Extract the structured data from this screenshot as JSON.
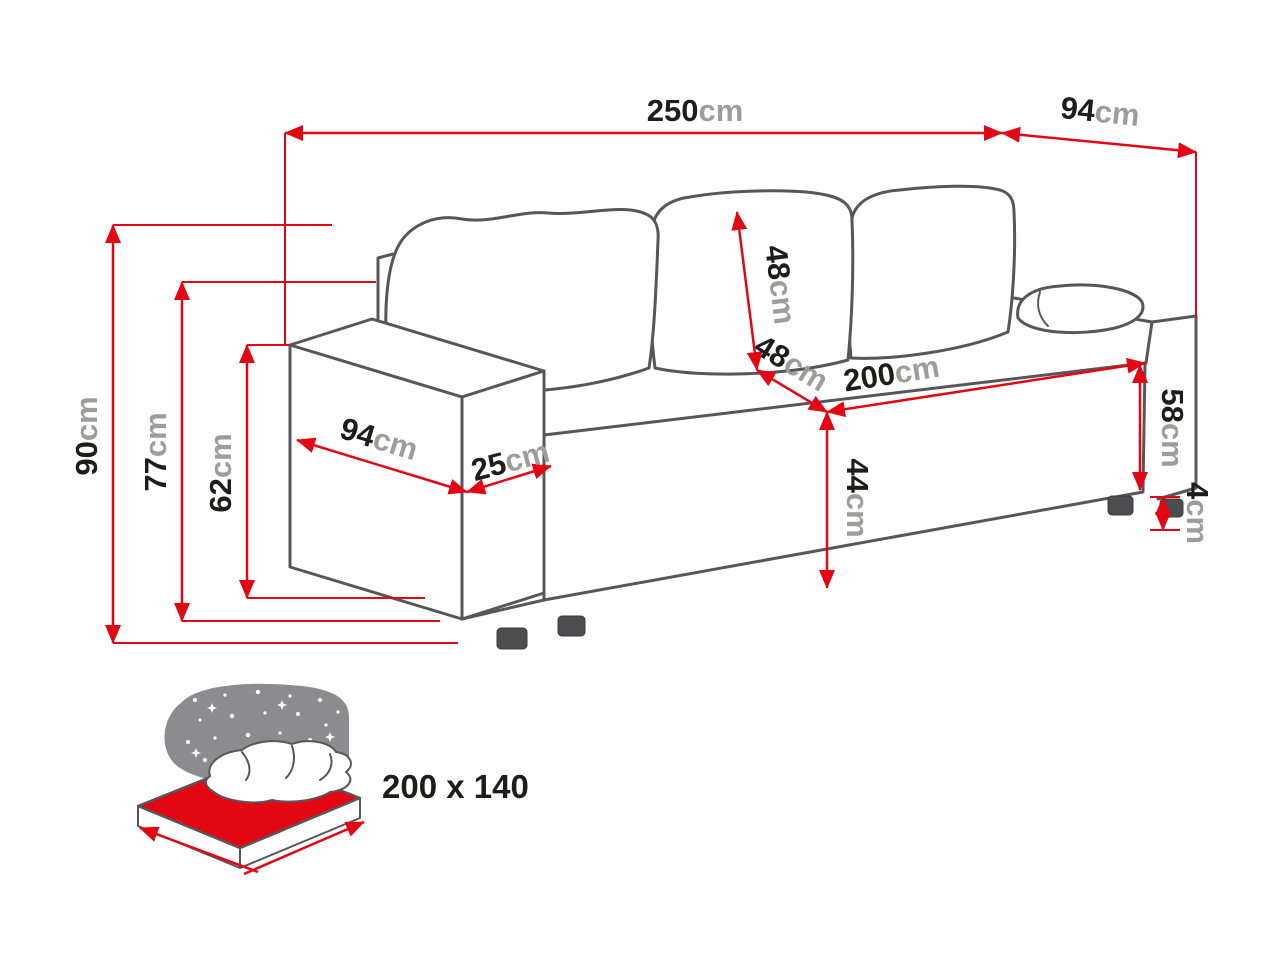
{
  "diagram": {
    "type": "sofa-dimensions",
    "accent_color": "#e30613",
    "outline_color": "#57575a",
    "dims": {
      "total_width": {
        "num": "250",
        "unit": "cm"
      },
      "total_depth": {
        "num": "94",
        "unit": "cm"
      },
      "total_height": {
        "num": "90",
        "unit": "cm"
      },
      "backrest_height": {
        "num": "77",
        "unit": "cm"
      },
      "armrest_height": {
        "num": "62",
        "unit": "cm"
      },
      "back_cushion": {
        "num": "48",
        "unit": "cm"
      },
      "seat_depth": {
        "num": "48",
        "unit": "cm"
      },
      "seat_width": {
        "num": "200",
        "unit": "cm"
      },
      "armrest_depth": {
        "num": "94",
        "unit": "cm"
      },
      "armrest_width": {
        "num": "25",
        "unit": "cm"
      },
      "seat_height": {
        "num": "44",
        "unit": "cm"
      },
      "side_height": {
        "num": "58",
        "unit": "cm"
      },
      "leg_height": {
        "num": "4",
        "unit": "cm"
      }
    },
    "sleeping_area": {
      "icon": "sleeping-function-icon",
      "label": "200 x 140"
    }
  }
}
